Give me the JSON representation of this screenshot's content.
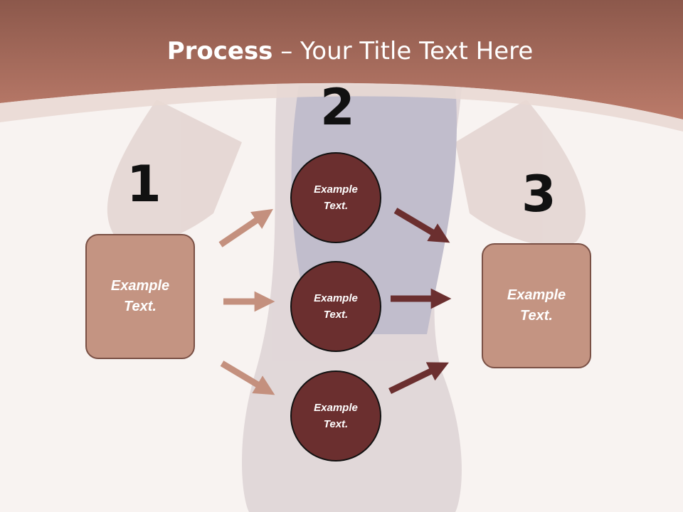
{
  "title": {
    "bold": "Process",
    "rest": " – Your Title Text Here"
  },
  "steps": {
    "n1": "1",
    "n2": "2",
    "n3": "3"
  },
  "left_box": {
    "text": "Example\nText."
  },
  "right_box": {
    "text": "Example\nText."
  },
  "circles": [
    {
      "text": "Example\nText."
    },
    {
      "text": "Example\nText."
    },
    {
      "text": "Example\nText."
    }
  ],
  "colors": {
    "header": "#b57464",
    "box_fill": "#c49482",
    "circle_fill": "#6b2f2f",
    "arrow_light": "#c4907e",
    "arrow_dark": "#6b2f2f"
  }
}
